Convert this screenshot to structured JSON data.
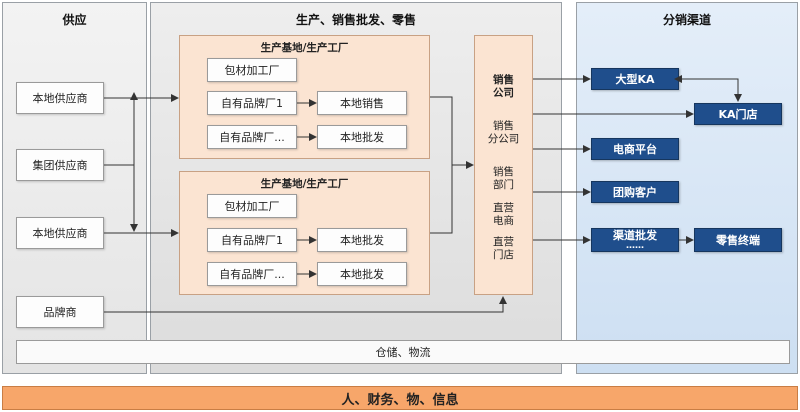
{
  "supply": {
    "title": "供应",
    "items": [
      "本地供应商",
      "集团供应商",
      "本地供应商",
      "品牌商"
    ]
  },
  "production": {
    "title": "生产、销售批发、零售",
    "base1": {
      "title": "生产基地/生产工厂",
      "packaging": "包材加工厂",
      "factory1": "自有品牌厂1",
      "factory1_target": "本地销售",
      "factory2": "自有品牌厂...",
      "factory2_target": "本地批发"
    },
    "base2": {
      "title": "生产基地/生产工厂",
      "packaging": "包材加工厂",
      "factory1": "自有品牌厂1",
      "factory1_target": "本地批发",
      "factory2": "自有品牌厂...",
      "factory2_target": "本地批发"
    },
    "sales": {
      "company_line1": "销售",
      "company_line2": "公司",
      "branch_line1": "销售",
      "branch_line2": "分公司",
      "dept_line1": "销售",
      "dept_line2": "部门",
      "direct_ecom_line1": "直营",
      "direct_ecom_line2": "电商",
      "direct_store_line1": "直营",
      "direct_store_line2": "门店"
    }
  },
  "distribution": {
    "title": "分销渠道",
    "large_ka": "大型KA",
    "ka_store": "KA门店",
    "ecommerce": "电商平台",
    "group_buy": "团购客户",
    "channel_wholesale_line1": "渠道批发",
    "channel_wholesale_line2": "……",
    "retail_terminal": "零售终端"
  },
  "storage": "仓储、物流",
  "footer": "人、财务、物、信息",
  "colors": {
    "base_fill": "#fbe4d2",
    "dist_box": "#1f4e8c",
    "footer_fill": "#f7a66a",
    "dist_panel": "#cddff2"
  }
}
